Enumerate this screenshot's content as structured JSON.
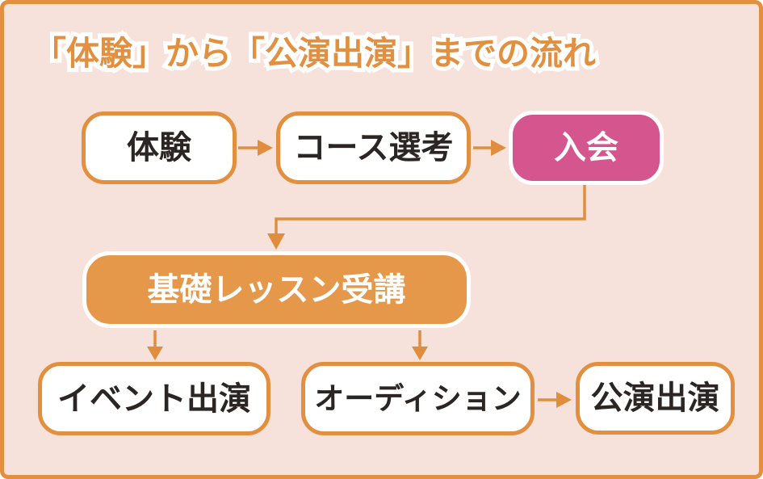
{
  "title": "「体験」から「公演出演」までの流れ",
  "colors": {
    "background": "#f7e2db",
    "frame": "#e2903f",
    "arrow": "#e08e3d",
    "box_white_fill": "#ffffff",
    "box_white_border": "#e2903f",
    "box_pink_fill": "#d5568f",
    "box_orange_fill": "#e6984a",
    "text_dark": "#2b2523",
    "text_white": "#ffffff",
    "title_text": "#e2903f",
    "title_outline": "#ffffff"
  },
  "nodes": {
    "taiken": {
      "label": "体験",
      "style": "white"
    },
    "course": {
      "label": "コース選考",
      "style": "white"
    },
    "nyukai": {
      "label": "入会",
      "style": "pink"
    },
    "kiso": {
      "label": "基礎レッスン受講",
      "style": "orange"
    },
    "event": {
      "label": "イベント出演",
      "style": "white"
    },
    "audition": {
      "label": "オーディション",
      "style": "white"
    },
    "koen": {
      "label": "公演出演",
      "style": "white"
    }
  },
  "edges": [
    {
      "from": "体験",
      "to": "コース選考",
      "shape": "straight-right"
    },
    {
      "from": "コース選考",
      "to": "入会",
      "shape": "straight-right"
    },
    {
      "from": "入会",
      "to": "基礎レッスン受講",
      "shape": "elbow-down-left-down"
    },
    {
      "from": "基礎レッスン受講",
      "to": "イベント出演",
      "shape": "straight-down"
    },
    {
      "from": "基礎レッスン受講",
      "to": "オーディション",
      "shape": "straight-down"
    },
    {
      "from": "オーディション",
      "to": "公演出演",
      "shape": "straight-right"
    }
  ]
}
